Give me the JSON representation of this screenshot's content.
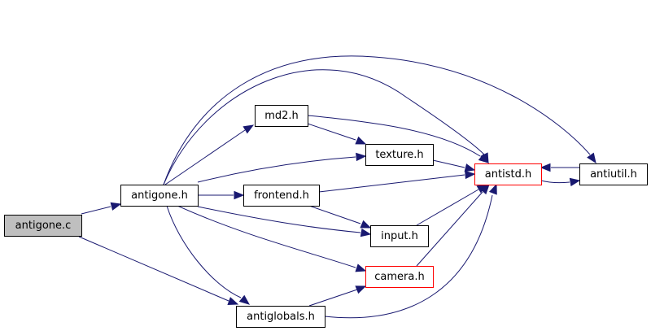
{
  "graph": {
    "nodes": [
      {
        "id": "antigone_c",
        "label": "antigone.c",
        "kind": "root"
      },
      {
        "id": "antigone_h",
        "label": "antigone.h",
        "kind": "normal"
      },
      {
        "id": "md2_h",
        "label": "md2.h",
        "kind": "normal"
      },
      {
        "id": "texture_h",
        "label": "texture.h",
        "kind": "normal"
      },
      {
        "id": "antistd_h",
        "label": "antistd.h",
        "kind": "incomplete"
      },
      {
        "id": "antiutil_h",
        "label": "antiutil.h",
        "kind": "normal"
      },
      {
        "id": "frontend_h",
        "label": "frontend.h",
        "kind": "normal"
      },
      {
        "id": "input_h",
        "label": "input.h",
        "kind": "normal"
      },
      {
        "id": "camera_h",
        "label": "camera.h",
        "kind": "incomplete"
      },
      {
        "id": "antiglobals_h",
        "label": "antiglobals.h",
        "kind": "normal"
      }
    ],
    "edges": [
      {
        "from": "antigone_c",
        "to": "antigone_h"
      },
      {
        "from": "antigone_c",
        "to": "antiglobals_h"
      },
      {
        "from": "antigone_h",
        "to": "md2_h"
      },
      {
        "from": "antigone_h",
        "to": "texture_h"
      },
      {
        "from": "antigone_h",
        "to": "antistd_h"
      },
      {
        "from": "antigone_h",
        "to": "antiutil_h"
      },
      {
        "from": "antigone_h",
        "to": "frontend_h"
      },
      {
        "from": "antigone_h",
        "to": "input_h"
      },
      {
        "from": "antigone_h",
        "to": "camera_h"
      },
      {
        "from": "antigone_h",
        "to": "antiglobals_h"
      },
      {
        "from": "md2_h",
        "to": "texture_h"
      },
      {
        "from": "md2_h",
        "to": "antistd_h"
      },
      {
        "from": "texture_h",
        "to": "antistd_h"
      },
      {
        "from": "frontend_h",
        "to": "antistd_h"
      },
      {
        "from": "frontend_h",
        "to": "input_h"
      },
      {
        "from": "input_h",
        "to": "antistd_h"
      },
      {
        "from": "camera_h",
        "to": "antistd_h"
      },
      {
        "from": "antiglobals_h",
        "to": "camera_h"
      },
      {
        "from": "antiglobals_h",
        "to": "antistd_h"
      },
      {
        "from": "antistd_h",
        "to": "antiutil_h"
      },
      {
        "from": "antiutil_h",
        "to": "antistd_h"
      }
    ]
  },
  "colors": {
    "edge": "#191970",
    "incomplete_border": "#ff0000",
    "root_fill": "#bfbfbf"
  }
}
